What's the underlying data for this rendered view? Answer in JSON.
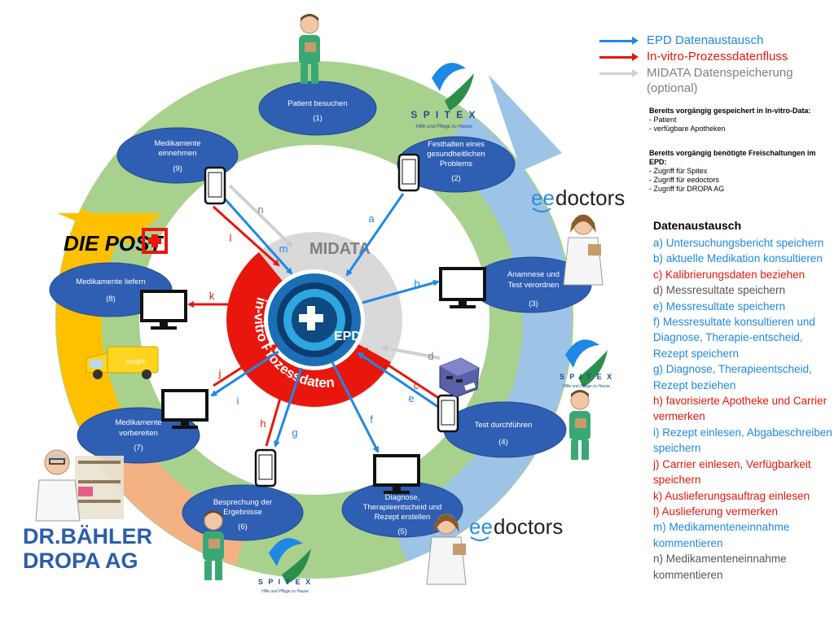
{
  "legend": {
    "epd": {
      "label": "EPD Datenaustausch",
      "color": "#1e88e5"
    },
    "invitro": {
      "label": "In-vitro-Prozessdatenfluss",
      "color": "#e8160c"
    },
    "midata": {
      "label": "MIDATA Datenspeicherung",
      "color": "#c9c9c9",
      "note": "(optional)"
    }
  },
  "notes": {
    "saved_title": "Bereits vorgängig gespeichert in In-vitro-Data:",
    "saved_items": [
      "- Patient",
      "- verfügbare Apotheken"
    ],
    "needed_title": "Bereits vorgängig benötigte Freischaltungen im EPD:",
    "needed_items": [
      "- Zugriff für Spitex",
      "- Zugriff für eedoctors",
      "- Zugriff für DROPA AG"
    ]
  },
  "datenaustausch": {
    "title": "Datenaustausch",
    "items": [
      {
        "text": "a) Untersuchungsbericht speichern",
        "color": "#1e88e5"
      },
      {
        "text": "b) aktuelle Medikation konsultieren",
        "color": "#1e88e5"
      },
      {
        "text": "c) Kalibrierungsdaten beziehen",
        "color": "#e8160c"
      },
      {
        "text": "d) Messresultate speichern",
        "color": "#555555"
      },
      {
        "text": "e) Messresultate speichern",
        "color": "#1e88e5"
      },
      {
        "text": "f) Messresultate konsultieren und Diagnose, Therapie-entscheid, Rezept speichern",
        "color": "#1e88e5"
      },
      {
        "text": "g) Diagnose, Therapieentscheid, Rezept beziehen",
        "color": "#1e88e5"
      },
      {
        "text": "h) favorisierte Apotheke und Carrier vermerken",
        "color": "#e8160c"
      },
      {
        "text": "i) Rezept einlesen, Abgabeschreiben speichern",
        "color": "#1e88e5"
      },
      {
        "text": "j) Carrier einlesen, Verfügbarkeit speichern",
        "color": "#e8160c"
      },
      {
        "text": "k) Auslieferungsauftrag einlesen",
        "color": "#e8160c"
      },
      {
        "text": "l) Auslieferung vermerken",
        "color": "#e8160c"
      },
      {
        "text": "m) Medikamenteneinnahme kommentieren",
        "color": "#1e88e5"
      },
      {
        "text": "n) Medikamenteneinnahme kommentieren",
        "color": "#555555"
      }
    ]
  },
  "center": {
    "epd": "EPD",
    "midata": "MIDATA",
    "ring_text": "in-vitro Prozessdaten"
  },
  "steps": [
    {
      "l1": "Patient besuchen",
      "l2": "",
      "l3": "",
      "num": "(1)"
    },
    {
      "l1": "Festhalten eines",
      "l2": "gesundheitlichen",
      "l3": "Problems",
      "num": "(2)"
    },
    {
      "l1": "Anamnese und",
      "l2": "Test verordnen",
      "l3": "",
      "num": "(3)"
    },
    {
      "l1": "Test durchführen",
      "l2": "",
      "l3": "",
      "num": "(4)"
    },
    {
      "l1": "Diagnose,",
      "l2": "Therapieentscheid und",
      "l3": "Rezept erstellen",
      "num": "(5)"
    },
    {
      "l1": "Besprechung der",
      "l2": "Ergebnisse",
      "l3": "",
      "num": "(6)"
    },
    {
      "l1": "Medikamente",
      "l2": "vorbereiten",
      "l3": "",
      "num": "(7)"
    },
    {
      "l1": "Medikamente liefern",
      "l2": "",
      "l3": "",
      "num": "(8)"
    },
    {
      "l1": "Medikamente",
      "l2": "einnehmen",
      "l3": "",
      "num": "(9)"
    }
  ],
  "arrow_letters": [
    "a",
    "b",
    "c",
    "d",
    "e",
    "f",
    "g",
    "h",
    "i",
    "j",
    "k",
    "l",
    "m",
    "n"
  ],
  "logos": {
    "spitex_name": "S P I T E X",
    "spitex_tagline": "Hilfe und Pflege zu Hause",
    "eedoctors_prefix": "ee",
    "eedoctors_name": "doctors",
    "post": "DIE POST",
    "dropa_l1": "DR.BÄHLER",
    "dropa_l2": "DROPA AG",
    "van": "Innight"
  }
}
